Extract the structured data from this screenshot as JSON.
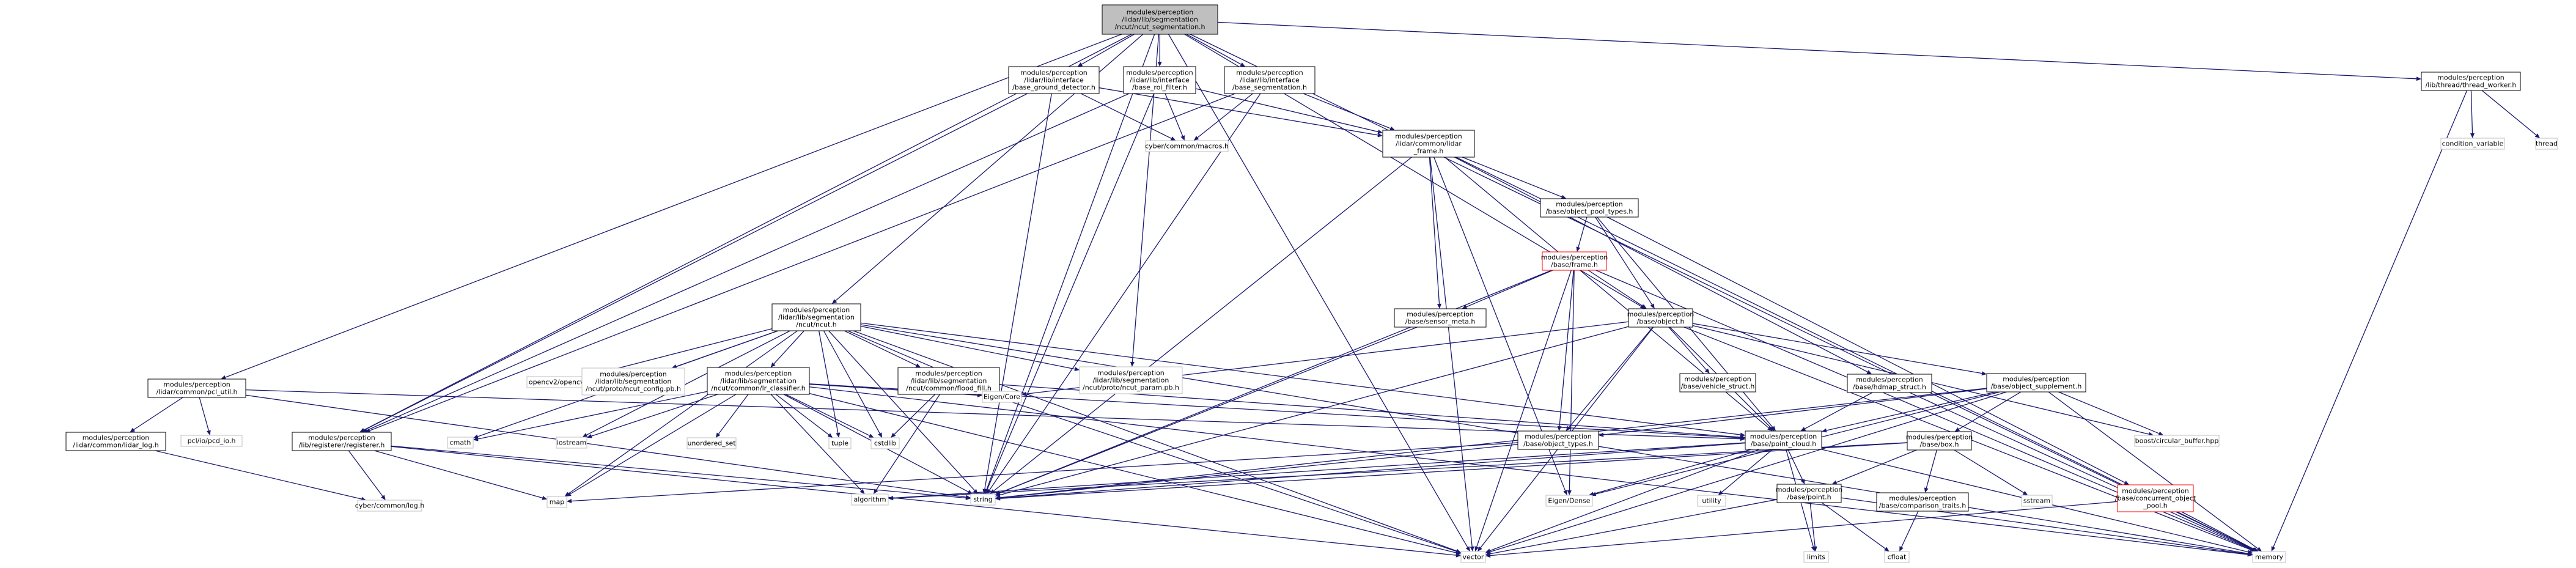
{
  "diagram": {
    "colors": {
      "edge": "#191970",
      "root_fill": "#bfbfbf",
      "node_border": "#000000",
      "external_border": "#bfbfbf",
      "missing_border": "#ff0000",
      "text": "#000000"
    },
    "nodes": [
      {
        "id": "root",
        "kind": "root",
        "lines": [
          "modules/perception",
          "/lidar/lib/segmentation",
          "/ncut/ncut_segmentation.h"
        ]
      },
      {
        "id": "vector",
        "kind": "external",
        "lines": [
          "vector"
        ]
      },
      {
        "id": "pcl_util",
        "kind": "normal",
        "lines": [
          "modules/perception",
          "/lidar/common/pcl_util.h"
        ]
      },
      {
        "id": "lidar_log",
        "kind": "normal",
        "lines": [
          "modules/perception",
          "/lidar/common/lidar_log.h"
        ]
      },
      {
        "id": "pcl_io",
        "kind": "external",
        "lines": [
          "pcl/io/pcd_io.h"
        ]
      },
      {
        "id": "cyber_log",
        "kind": "external",
        "lines": [
          "cyber/common/log.h"
        ]
      },
      {
        "id": "registerer",
        "kind": "normal",
        "lines": [
          "modules/perception",
          "/lib/registerer/registerer.h"
        ]
      },
      {
        "id": "map",
        "kind": "external",
        "lines": [
          "map"
        ]
      },
      {
        "id": "cmath",
        "kind": "external",
        "lines": [
          "cmath"
        ]
      },
      {
        "id": "iostream",
        "kind": "external",
        "lines": [
          "iostream"
        ]
      },
      {
        "id": "opencv",
        "kind": "external",
        "lines": [
          "opencv2/opencv.hpp"
        ]
      },
      {
        "id": "ncut_config",
        "kind": "external",
        "lines": [
          "modules/perception",
          "/lidar/lib/segmentation",
          "/ncut/proto/ncut_config.pb.h"
        ]
      },
      {
        "id": "ncut",
        "kind": "normal",
        "lines": [
          "modules/perception",
          "/lidar/lib/segmentation",
          "/ncut/ncut.h"
        ]
      },
      {
        "id": "lr_classifier",
        "kind": "normal",
        "lines": [
          "modules/perception",
          "/lidar/lib/segmentation",
          "/ncut/common/lr_classifier.h"
        ]
      },
      {
        "id": "unordered_set",
        "kind": "external",
        "lines": [
          "unordered_set"
        ]
      },
      {
        "id": "tuple",
        "kind": "external",
        "lines": [
          "tuple"
        ]
      },
      {
        "id": "cstdlib",
        "kind": "external",
        "lines": [
          "cstdlib"
        ]
      },
      {
        "id": "flood_fill",
        "kind": "normal",
        "lines": [
          "modules/perception",
          "/lidar/lib/segmentation",
          "/ncut/common/flood_fill.h"
        ]
      },
      {
        "id": "eigen_core",
        "kind": "external",
        "lines": [
          "Eigen/Core"
        ]
      },
      {
        "id": "ncut_param",
        "kind": "external",
        "lines": [
          "modules/perception",
          "/lidar/lib/segmentation",
          "/ncut/proto/ncut_param.pb.h"
        ]
      },
      {
        "id": "algorithm",
        "kind": "external",
        "lines": [
          "algorithm"
        ]
      },
      {
        "id": "string",
        "kind": "external",
        "lines": [
          "string"
        ]
      },
      {
        "id": "ground_detector",
        "kind": "normal",
        "lines": [
          "modules/perception",
          "/lidar/lib/interface",
          "/base_ground_detector.h"
        ]
      },
      {
        "id": "roi_filter",
        "kind": "normal",
        "lines": [
          "modules/perception",
          "/lidar/lib/interface",
          "/base_roi_filter.h"
        ]
      },
      {
        "id": "base_segmentation",
        "kind": "normal",
        "lines": [
          "modules/perception",
          "/lidar/lib/interface",
          "/base_segmentation.h"
        ]
      },
      {
        "id": "macros",
        "kind": "external",
        "lines": [
          "cyber/common/macros.h"
        ]
      },
      {
        "id": "lidar_frame",
        "kind": "normal",
        "lines": [
          "modules/perception",
          "/lidar/common/lidar",
          "_frame.h"
        ]
      },
      {
        "id": "object_pool_types",
        "kind": "normal",
        "lines": [
          "modules/perception",
          "/base/object_pool_types.h"
        ]
      },
      {
        "id": "frame",
        "kind": "missing",
        "lines": [
          "modules/perception",
          "/base/frame.h"
        ]
      },
      {
        "id": "sensor_meta",
        "kind": "normal",
        "lines": [
          "modules/perception",
          "/base/sensor_meta.h"
        ]
      },
      {
        "id": "object",
        "kind": "normal",
        "lines": [
          "modules/perception",
          "/base/object.h"
        ]
      },
      {
        "id": "vehicle_struct",
        "kind": "normal",
        "lines": [
          "modules/perception",
          "/base/vehicle_struct.h"
        ]
      },
      {
        "id": "hdmap_struct",
        "kind": "normal",
        "lines": [
          "modules/perception",
          "/base/hdmap_struct.h"
        ]
      },
      {
        "id": "object_supplement",
        "kind": "normal",
        "lines": [
          "modules/perception",
          "/base/object_supplement.h"
        ]
      },
      {
        "id": "object_types",
        "kind": "normal",
        "lines": [
          "modules/perception",
          "/base/object_types.h"
        ]
      },
      {
        "id": "point_cloud",
        "kind": "normal",
        "lines": [
          "modules/perception",
          "/base/point_cloud.h"
        ]
      },
      {
        "id": "box",
        "kind": "normal",
        "lines": [
          "modules/perception",
          "/base/box.h"
        ]
      },
      {
        "id": "sstream",
        "kind": "external",
        "lines": [
          "sstream"
        ]
      },
      {
        "id": "boost_buffer",
        "kind": "external",
        "lines": [
          "boost/circular_buffer.hpp"
        ]
      },
      {
        "id": "concurrent_pool",
        "kind": "missing",
        "lines": [
          "modules/perception",
          "/base/concurrent_object",
          "_pool.h"
        ]
      },
      {
        "id": "eigen_dense",
        "kind": "external",
        "lines": [
          "Eigen/Dense"
        ]
      },
      {
        "id": "utility",
        "kind": "external",
        "lines": [
          "utility"
        ]
      },
      {
        "id": "point",
        "kind": "normal",
        "lines": [
          "modules/perception",
          "/base/point.h"
        ]
      },
      {
        "id": "comparison_traits",
        "kind": "normal",
        "lines": [
          "modules/perception",
          "/base/comparison_traits.h"
        ]
      },
      {
        "id": "limits",
        "kind": "external",
        "lines": [
          "limits"
        ]
      },
      {
        "id": "cfloat",
        "kind": "external",
        "lines": [
          "cfloat"
        ]
      },
      {
        "id": "memory",
        "kind": "external",
        "lines": [
          "memory"
        ]
      },
      {
        "id": "thread_worker",
        "kind": "normal",
        "lines": [
          "modules/perception",
          "/lib/thread/thread_worker.h"
        ]
      },
      {
        "id": "condition_variable",
        "kind": "external",
        "lines": [
          "condition_variable"
        ]
      },
      {
        "id": "thread",
        "kind": "external",
        "lines": [
          "thread"
        ]
      }
    ],
    "edges": [
      [
        "root",
        "vector"
      ],
      [
        "root",
        "pcl_util"
      ],
      [
        "root",
        "registerer"
      ],
      [
        "root",
        "ncut"
      ],
      [
        "root",
        "ncut_param"
      ],
      [
        "root",
        "ground_detector"
      ],
      [
        "root",
        "roi_filter"
      ],
      [
        "root",
        "base_segmentation"
      ],
      [
        "root",
        "object"
      ],
      [
        "root",
        "string"
      ],
      [
        "root",
        "memory"
      ],
      [
        "root",
        "thread_worker"
      ],
      [
        "pcl_util",
        "lidar_log"
      ],
      [
        "pcl_util",
        "pcl_io"
      ],
      [
        "pcl_util",
        "point_cloud"
      ],
      [
        "pcl_util",
        "string"
      ],
      [
        "lidar_log",
        "cyber_log"
      ],
      [
        "registerer",
        "cyber_log"
      ],
      [
        "registerer",
        "map"
      ],
      [
        "registerer",
        "vector"
      ],
      [
        "registerer",
        "string"
      ],
      [
        "ncut",
        "vector"
      ],
      [
        "ncut",
        "map"
      ],
      [
        "ncut",
        "cmath"
      ],
      [
        "ncut",
        "iostream"
      ],
      [
        "ncut",
        "opencv"
      ],
      [
        "ncut",
        "ncut_config"
      ],
      [
        "ncut",
        "lr_classifier"
      ],
      [
        "ncut",
        "tuple"
      ],
      [
        "ncut",
        "cstdlib"
      ],
      [
        "ncut",
        "flood_fill"
      ],
      [
        "ncut",
        "eigen_core"
      ],
      [
        "ncut",
        "ncut_param"
      ],
      [
        "ncut",
        "string"
      ],
      [
        "ncut",
        "point_cloud"
      ],
      [
        "ncut",
        "memory"
      ],
      [
        "lr_classifier",
        "vector"
      ],
      [
        "lr_classifier",
        "map"
      ],
      [
        "lr_classifier",
        "cmath"
      ],
      [
        "lr_classifier",
        "iostream"
      ],
      [
        "lr_classifier",
        "unordered_set"
      ],
      [
        "lr_classifier",
        "tuple"
      ],
      [
        "lr_classifier",
        "cstdlib"
      ],
      [
        "lr_classifier",
        "eigen_core"
      ],
      [
        "lr_classifier",
        "algorithm"
      ],
      [
        "lr_classifier",
        "string"
      ],
      [
        "lr_classifier",
        "point_cloud"
      ],
      [
        "lr_classifier",
        "memory"
      ],
      [
        "flood_fill",
        "vector"
      ],
      [
        "flood_fill",
        "cstdlib"
      ],
      [
        "flood_fill",
        "algorithm"
      ],
      [
        "flood_fill",
        "point_cloud"
      ],
      [
        "ground_detector",
        "macros"
      ],
      [
        "ground_detector",
        "lidar_frame"
      ],
      [
        "ground_detector",
        "registerer"
      ],
      [
        "ground_detector",
        "string"
      ],
      [
        "roi_filter",
        "macros"
      ],
      [
        "roi_filter",
        "lidar_frame"
      ],
      [
        "roi_filter",
        "registerer"
      ],
      [
        "roi_filter",
        "string"
      ],
      [
        "base_segmentation",
        "macros"
      ],
      [
        "base_segmentation",
        "lidar_frame"
      ],
      [
        "base_segmentation",
        "registerer"
      ],
      [
        "base_segmentation",
        "string"
      ],
      [
        "lidar_frame",
        "object_pool_types"
      ],
      [
        "lidar_frame",
        "sensor_meta"
      ],
      [
        "lidar_frame",
        "hdmap_struct"
      ],
      [
        "lidar_frame",
        "point_cloud"
      ],
      [
        "lidar_frame",
        "eigen_dense"
      ],
      [
        "lidar_frame",
        "vector"
      ],
      [
        "lidar_frame",
        "string"
      ],
      [
        "lidar_frame",
        "memory"
      ],
      [
        "object_pool_types",
        "frame"
      ],
      [
        "object_pool_types",
        "object"
      ],
      [
        "object_pool_types",
        "point_cloud"
      ],
      [
        "object_pool_types",
        "concurrent_pool"
      ],
      [
        "frame",
        "sensor_meta"
      ],
      [
        "frame",
        "object"
      ],
      [
        "frame",
        "object_types"
      ],
      [
        "frame",
        "vector"
      ],
      [
        "frame",
        "string"
      ],
      [
        "frame",
        "eigen_dense"
      ],
      [
        "frame",
        "memory"
      ],
      [
        "sensor_meta",
        "string"
      ],
      [
        "object",
        "vehicle_struct"
      ],
      [
        "object",
        "object_supplement"
      ],
      [
        "object",
        "object_types"
      ],
      [
        "object",
        "point_cloud"
      ],
      [
        "object",
        "boost_buffer"
      ],
      [
        "object",
        "eigen_core"
      ],
      [
        "object",
        "vector"
      ],
      [
        "object",
        "string"
      ],
      [
        "object",
        "memory"
      ],
      [
        "hdmap_struct",
        "point_cloud"
      ],
      [
        "hdmap_struct",
        "memory"
      ],
      [
        "object_supplement",
        "box"
      ],
      [
        "object_supplement",
        "point_cloud"
      ],
      [
        "object_supplement",
        "boost_buffer"
      ],
      [
        "object_supplement",
        "eigen_dense"
      ],
      [
        "object_supplement",
        "vector"
      ],
      [
        "object_supplement",
        "string"
      ],
      [
        "object_supplement",
        "memory"
      ],
      [
        "object_supplement",
        "object_types"
      ],
      [
        "object_types",
        "map"
      ],
      [
        "object_types",
        "string"
      ],
      [
        "point_cloud",
        "point"
      ],
      [
        "point_cloud",
        "utility"
      ],
      [
        "point_cloud",
        "limits"
      ],
      [
        "point_cloud",
        "algorithm"
      ],
      [
        "point_cloud",
        "eigen_dense"
      ],
      [
        "point_cloud",
        "vector"
      ],
      [
        "point_cloud",
        "string"
      ],
      [
        "point_cloud",
        "memory"
      ],
      [
        "box",
        "comparison_traits"
      ],
      [
        "box",
        "point"
      ],
      [
        "box",
        "sstream"
      ],
      [
        "box",
        "string"
      ],
      [
        "box",
        "algorithm"
      ],
      [
        "point",
        "limits"
      ],
      [
        "point",
        "cfloat"
      ],
      [
        "point",
        "vector"
      ],
      [
        "point",
        "memory"
      ],
      [
        "comparison_traits",
        "cfloat"
      ],
      [
        "concurrent_pool",
        "vector"
      ],
      [
        "concurrent_pool",
        "memory"
      ],
      [
        "thread_worker",
        "condition_variable"
      ],
      [
        "thread_worker",
        "thread"
      ],
      [
        "thread_worker",
        "memory"
      ]
    ]
  }
}
